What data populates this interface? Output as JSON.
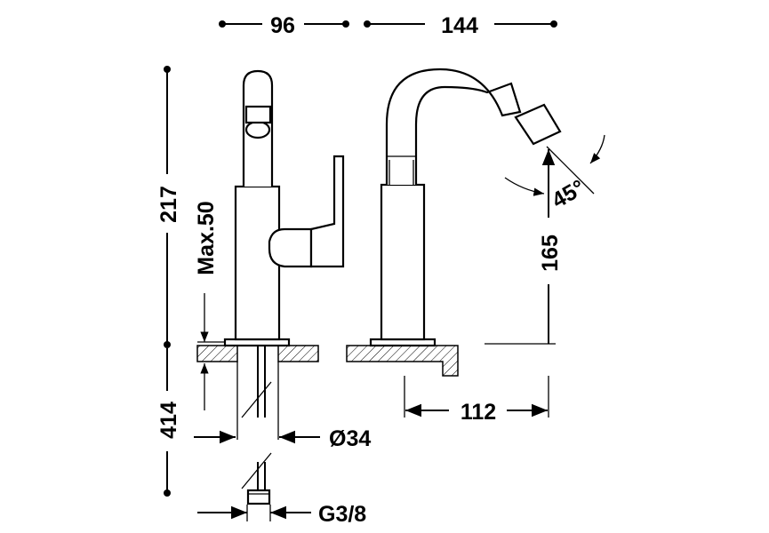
{
  "dimensions": {
    "front_width": "96",
    "side_reach": "144",
    "total_height": "217",
    "lever_clearance": "Max.50",
    "hose_length": "414",
    "body_diameter": "Ø34",
    "connection_thread": "G3/8",
    "spout_height": "165",
    "base_to_spout": "112",
    "spout_angle": "45°"
  },
  "colors": {
    "line": "#000000",
    "background": "#ffffff"
  }
}
